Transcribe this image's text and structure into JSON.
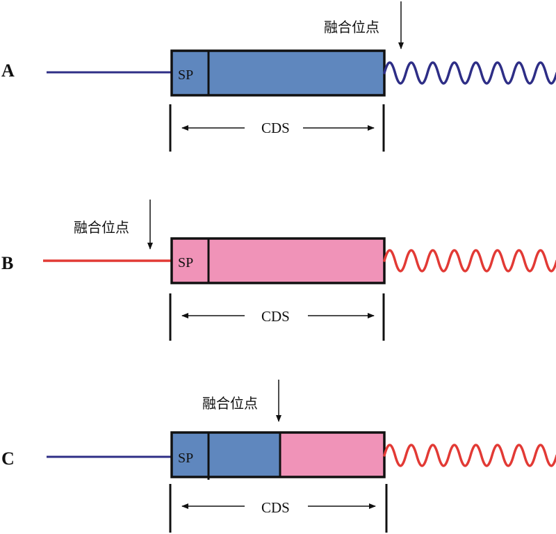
{
  "colors": {
    "blue_fill": "#5F87BE",
    "pink_fill": "#F093B8",
    "blue_line": "#2E2E86",
    "red_line": "#E23A35",
    "outline": "#111111"
  },
  "panels": [
    {
      "label": "A",
      "sp_label": "SP",
      "cds_label": "CDS",
      "fusion_label": "融合位点",
      "left_line_color": "blue",
      "wave_color": "blue",
      "box_fill": "blue",
      "fusion_site": "after-cds"
    },
    {
      "label": "B",
      "sp_label": "SP",
      "cds_label": "CDS",
      "fusion_label": "融合位点",
      "left_line_color": "red",
      "wave_color": "red",
      "box_fill": "pink",
      "fusion_site": "before-cds"
    },
    {
      "label": "C",
      "sp_label": "SP",
      "cds_label": "CDS",
      "fusion_label": "融合位点",
      "left_line_color": "blue",
      "wave_color": "red",
      "box_fill": "blue-then-pink",
      "fusion_site": "within-cds"
    }
  ]
}
